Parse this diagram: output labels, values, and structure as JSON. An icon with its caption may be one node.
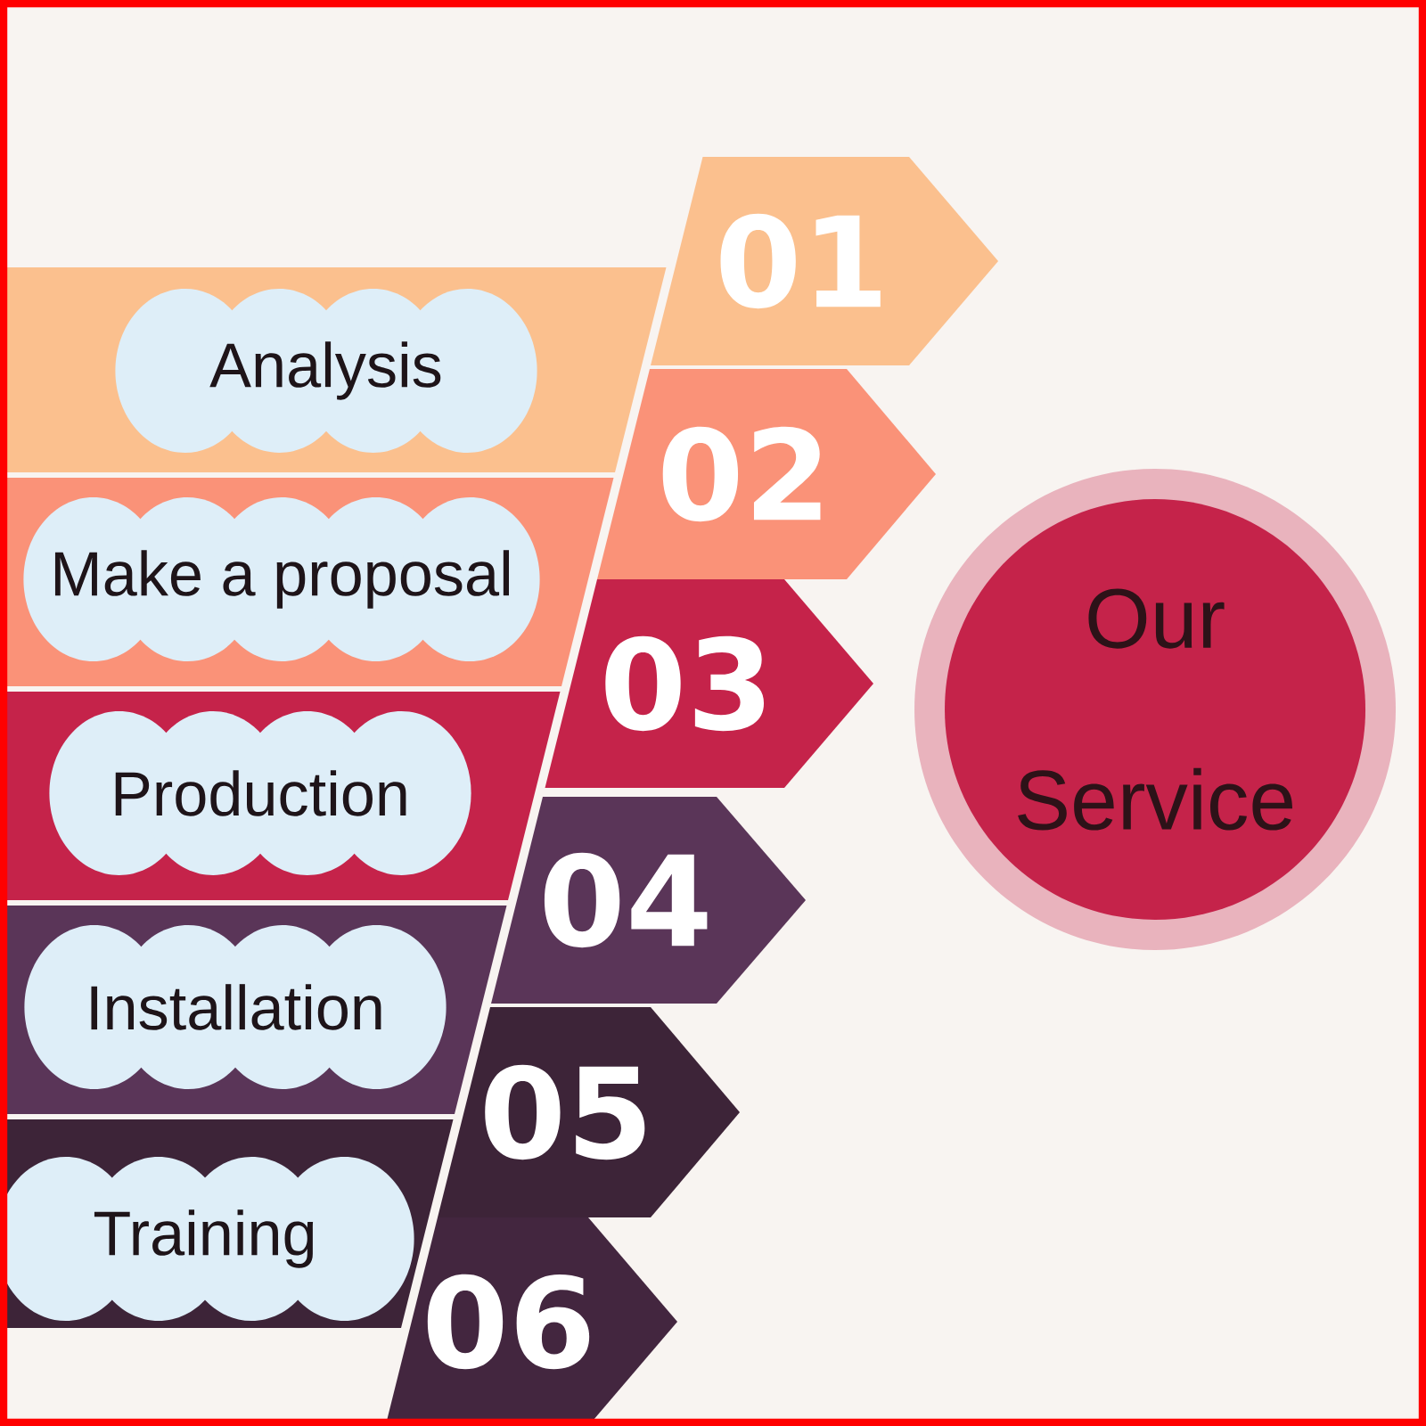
{
  "diagram": {
    "nodes": [
      {
        "text": [
          "01"
        ]
      },
      {
        "text": [
          "Analysis"
        ]
      },
      {
        "text": [
          "02"
        ]
      },
      {
        "text": [
          "Make a proposal"
        ]
      },
      {
        "text": [
          "03"
        ]
      },
      {
        "text": [
          "Production"
        ]
      },
      {
        "text": [
          "04"
        ]
      },
      {
        "text": [
          "Installation"
        ]
      },
      {
        "text": [
          "05"
        ]
      },
      {
        "text": [
          "Training"
        ]
      },
      {
        "text": [
          "06"
        ]
      },
      {
        "text": [
          "Our Service"
        ]
      }
    ]
  }
}
